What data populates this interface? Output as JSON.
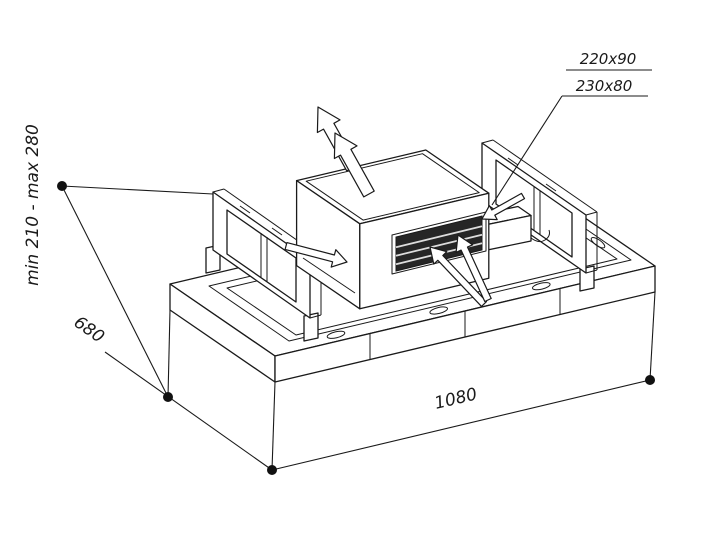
{
  "diagram": {
    "kind": "isometric installation drawing of ceiling-mounted extractor hood",
    "dimensions": {
      "height_range": "min 210 - max 280",
      "depth": "680",
      "length": "1080",
      "duct_size_primary": "220x90",
      "duct_size_secondary": "230x80"
    }
  },
  "colors": {
    "line": "#1a1a1a",
    "background": "#ffffff",
    "grille_fill": "#262626",
    "dot": "#111111"
  }
}
